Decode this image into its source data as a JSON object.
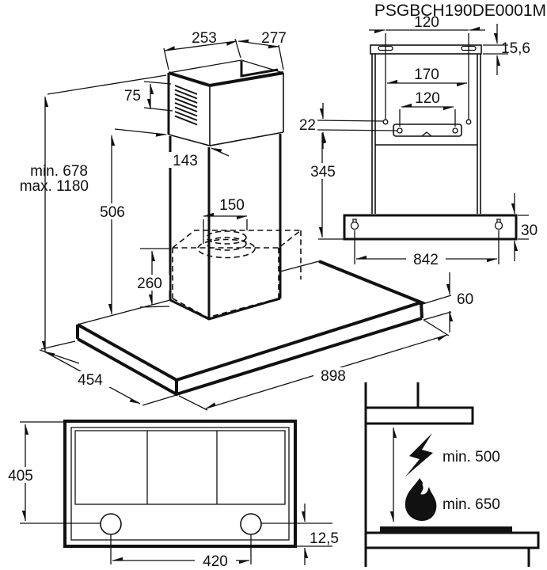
{
  "title": "PSGBCH190DE0001M",
  "main_view": {
    "dims": {
      "chimney_top_width": "253",
      "chimney_top_depth": "277",
      "vent_grille_height": "75",
      "chimney_depth_lower": "143",
      "lower_chimney_height": "506",
      "duct_diameter": "150",
      "recirculation_box_height": "260",
      "mount_height_min": "min. 678",
      "mount_height_max": "max. 1180",
      "hood_depth": "454",
      "hood_width": "898",
      "hood_body_height": "60"
    }
  },
  "rear_view": {
    "dims": {
      "wall_slot_spacing": "120",
      "plate_height": "15,6",
      "top_hole_spacing": "170",
      "bracket_hole_spacing": "120",
      "hole_offset": "22",
      "bracket_to_hood": "345",
      "keyhole_spacing": "842",
      "mount_bar_height": "30"
    }
  },
  "bottom_view": {
    "dims": {
      "hood_depth": "405",
      "lamp_spacing": "420",
      "front_edge_height": "12,5"
    }
  },
  "clearance_view": {
    "electric_min": "min. 500",
    "gas_min": "min. 650"
  },
  "colors": {
    "line": "#111111",
    "background": "#ffffff"
  }
}
